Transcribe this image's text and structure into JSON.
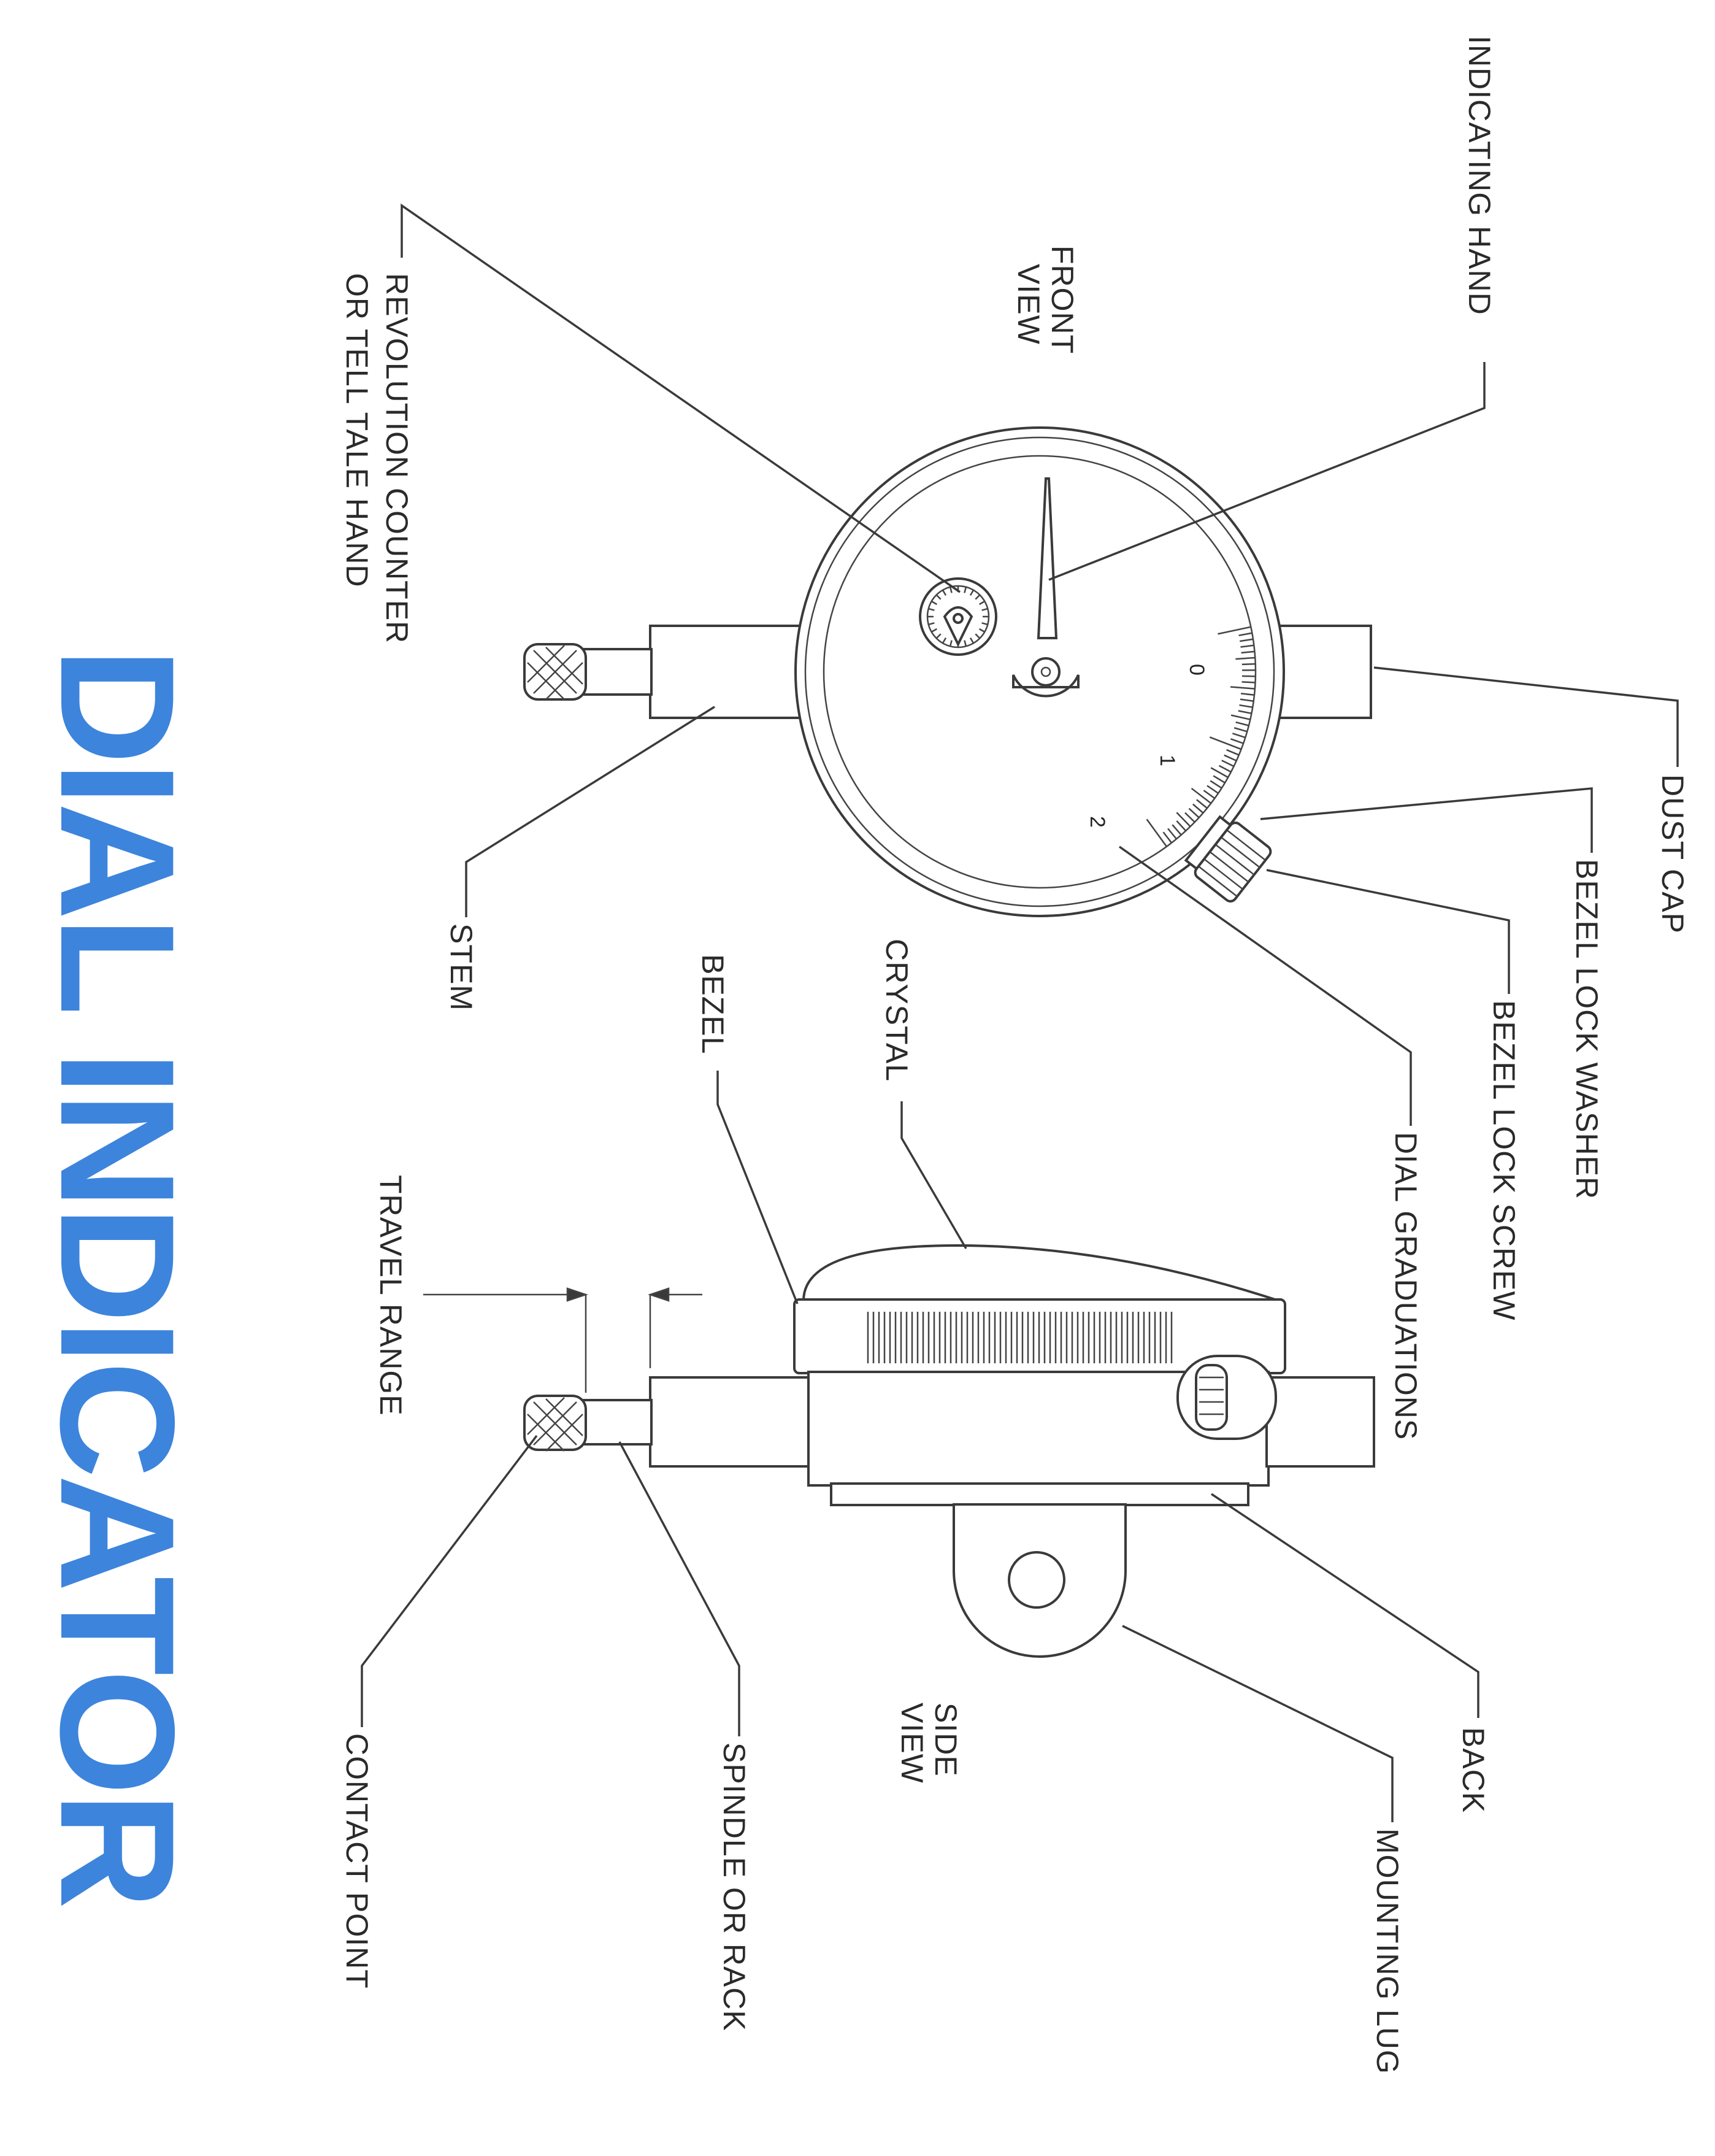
{
  "title": "DIAL INDICATOR",
  "colors": {
    "title": "#3d84dc",
    "line": "#3a3a3a",
    "background": "#ffffff"
  },
  "labels": {
    "indicating_hand": "INDICATING HAND",
    "front_view_1": "FRONT",
    "front_view_2": "VIEW",
    "revolution_counter_1": "REVOLUTION COUNTER",
    "revolution_counter_2": "OR TELL TALE HAND",
    "dust_cap": "DUST CAP",
    "bezel_lock_washer": "BEZEL LOCK WASHER",
    "bezel_lock_screw": "BEZEL LOCK SCREW",
    "dial_graduations": "DIAL GRADUATIONS",
    "stem": "STEM",
    "crystal": "CRYSTAL",
    "bezel": "BEZEL",
    "travel_range": "TRAVEL RANGE",
    "back": "BACK",
    "mounting_lug": "MOUNTING LUG",
    "side_view_1": "SIDE",
    "side_view_2": "VIEW",
    "spindle_or_rack": "SPINDLE OR RACK",
    "contact_point": "CONTACT POINT"
  },
  "dial_numbers": [
    "0",
    "1",
    "2"
  ]
}
